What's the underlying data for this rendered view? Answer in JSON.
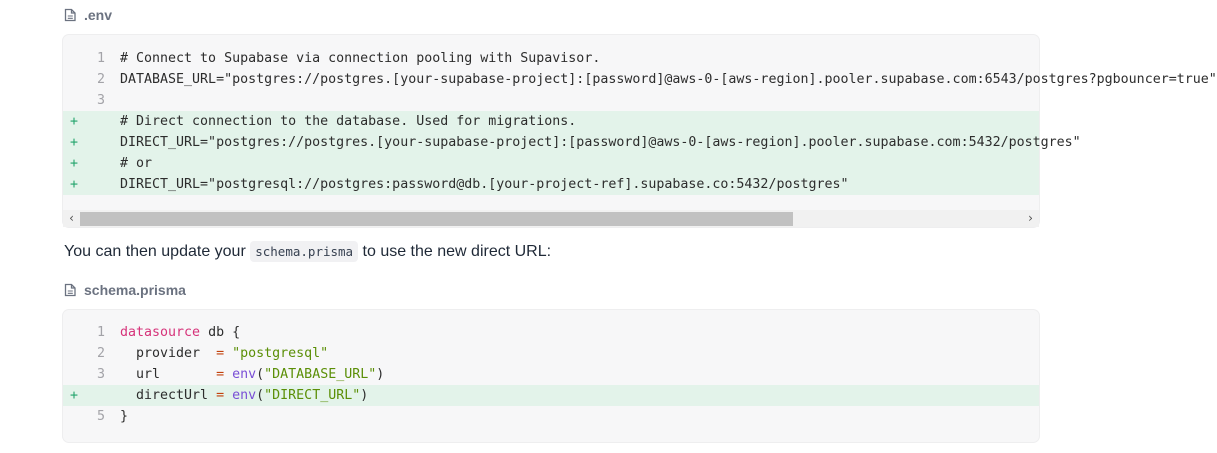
{
  "env_block": {
    "filename": ".env",
    "lines": [
      {
        "gutter": "1",
        "added": false,
        "text": "# Connect to Supabase via connection pooling with Supavisor."
      },
      {
        "gutter": "2",
        "added": false,
        "text": "DATABASE_URL=\"postgres://postgres.[your-supabase-project]:[password]@aws-0-[aws-region].pooler.supabase.com:6543/postgres?pgbouncer=true\""
      },
      {
        "gutter": "3",
        "added": false,
        "text": ""
      },
      {
        "gutter": "+",
        "added": true,
        "text": "# Direct connection to the database. Used for migrations."
      },
      {
        "gutter": "+",
        "added": true,
        "text": "DIRECT_URL=\"postgres://postgres.[your-supabase-project]:[password]@aws-0-[aws-region].pooler.supabase.com:5432/postgres\""
      },
      {
        "gutter": "+",
        "added": true,
        "text": "# or"
      },
      {
        "gutter": "+",
        "added": true,
        "text": "DIRECT_URL=\"postgresql://postgres:password@db.[your-project-ref].supabase.co:5432/postgres\""
      }
    ],
    "scroll_arrow_left": "‹",
    "scroll_arrow_right": "›"
  },
  "paragraph": {
    "before": "You can then update your ",
    "code": "schema.prisma",
    "after": " to use the new direct URL:"
  },
  "prisma_block": {
    "filename": "schema.prisma",
    "lines": [
      {
        "gutter": "1",
        "added": false,
        "parts": [
          {
            "t": "datasource",
            "c": "kw"
          },
          {
            "t": " db {",
            "c": ""
          }
        ]
      },
      {
        "gutter": "2",
        "added": false,
        "parts": [
          {
            "t": "  provider  ",
            "c": ""
          },
          {
            "t": "=",
            "c": "op"
          },
          {
            "t": " ",
            "c": ""
          },
          {
            "t": "\"postgresql\"",
            "c": "str"
          }
        ]
      },
      {
        "gutter": "3",
        "added": false,
        "parts": [
          {
            "t": "  url       ",
            "c": ""
          },
          {
            "t": "=",
            "c": "op"
          },
          {
            "t": " ",
            "c": ""
          },
          {
            "t": "env",
            "c": "fn"
          },
          {
            "t": "(",
            "c": ""
          },
          {
            "t": "\"DATABASE_URL\"",
            "c": "str"
          },
          {
            "t": ")",
            "c": ""
          }
        ]
      },
      {
        "gutter": "+",
        "added": true,
        "parts": [
          {
            "t": "  directUrl ",
            "c": ""
          },
          {
            "t": "=",
            "c": "op"
          },
          {
            "t": " ",
            "c": ""
          },
          {
            "t": "env",
            "c": "fn"
          },
          {
            "t": "(",
            "c": ""
          },
          {
            "t": "\"DIRECT_URL\"",
            "c": "str"
          },
          {
            "t": ")",
            "c": ""
          }
        ]
      },
      {
        "gutter": "5",
        "added": false,
        "parts": [
          {
            "t": "}",
            "c": ""
          }
        ]
      }
    ]
  },
  "colors": {
    "added_bg": "#e3f3ea",
    "keyword": "#d6337a",
    "string": "#5b8f07",
    "function": "#7a4fd6"
  },
  "icons": {
    "file": "file-icon"
  }
}
